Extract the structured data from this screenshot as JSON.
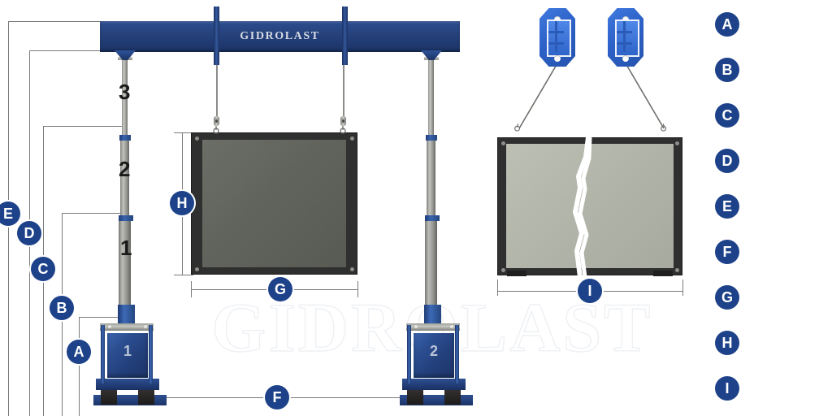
{
  "diagram": {
    "title": "GIDROLAST",
    "watermark": "GIDROLAST",
    "beam_label": "GIDROLAST"
  },
  "dimension_badges": {
    "A": "A",
    "B": "B",
    "C": "C",
    "D": "D",
    "E": "E",
    "F": "F",
    "G": "G",
    "H": "H",
    "I": "I"
  },
  "legend": {
    "items": [
      {
        "label": "A"
      },
      {
        "label": "B"
      },
      {
        "label": "C"
      },
      {
        "label": "D"
      },
      {
        "label": "E"
      },
      {
        "label": "F"
      },
      {
        "label": "G"
      },
      {
        "label": "H"
      },
      {
        "label": "I"
      }
    ]
  },
  "cylinder": {
    "stages": [
      {
        "label": "3"
      },
      {
        "label": "2"
      },
      {
        "label": "1"
      }
    ]
  },
  "jack_bases": [
    {
      "label": "1"
    },
    {
      "label": "2"
    }
  ],
  "colors": {
    "brand_navy": "#1d4289",
    "beam_blue": "#24407a",
    "clamp_blue": "#2e62c8",
    "panel_dark": "#61645c",
    "panel_light": "#b1b4a8",
    "frame_black": "#2e2f2e",
    "dimension_line": "#7a7a7a",
    "watermark": "#eef0f4"
  }
}
